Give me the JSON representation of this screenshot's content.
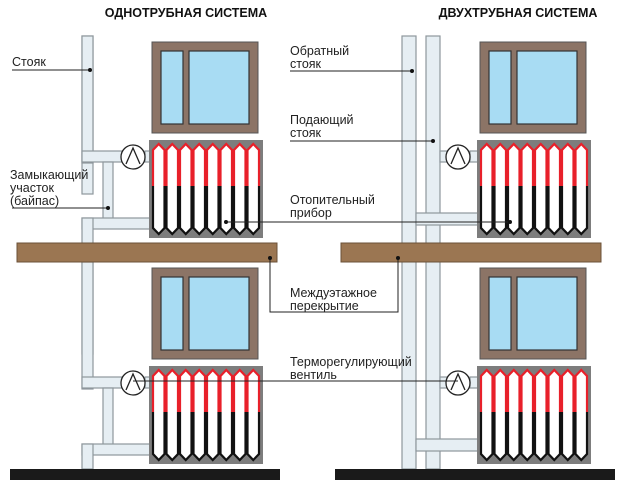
{
  "titles": {
    "one_pipe": "ОДНОТРУБНАЯ СИСТЕМА",
    "two_pipe": "ДВУХТРУБНАЯ СИСТЕМА"
  },
  "labels": {
    "riser": "Стояк",
    "bypass": [
      "Замыкающий",
      "участок",
      "(байпас)"
    ],
    "return_riser": [
      "Обратный",
      "стояк"
    ],
    "supply_riser": [
      "Подающий",
      "стояк"
    ],
    "radiator": [
      "Отопительный",
      "прибор"
    ],
    "floor_slab": [
      "Междуэтажное",
      "перекрытие"
    ],
    "thermo_valve": [
      "Терморегулирующий",
      "вентиль"
    ]
  },
  "colors": {
    "window_frame": "#8c7466",
    "glass": "#a8dcf3",
    "slab": "#9b7652",
    "pipe": "#e6eef3",
    "hot": "#e8202a",
    "cold": "#111111",
    "radiator_bg": "#7d7d7d"
  },
  "radiator_sections": 8
}
